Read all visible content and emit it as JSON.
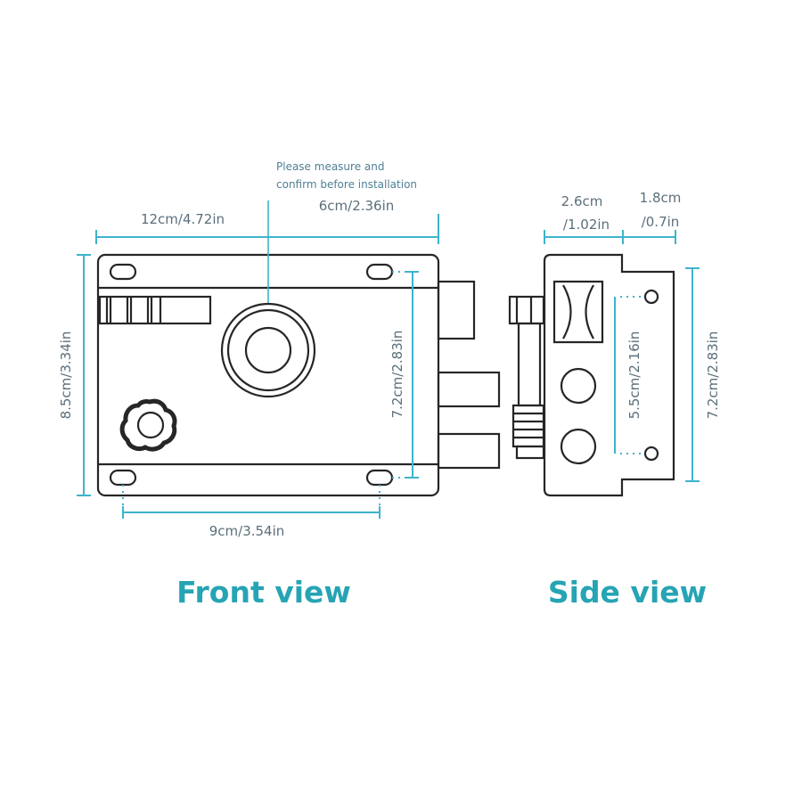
{
  "note_line1": "Please measure and",
  "note_line2": "confirm before installation",
  "front": {
    "width_label": "12cm/4.72in",
    "center_label": "6cm/2.36in",
    "height_label": "8.5cm/3.34in",
    "hole_v_label": "7.2cm/2.83in",
    "hole_h_label": "9cm/3.54in",
    "caption": "Front view"
  },
  "side": {
    "top_left_line1": "2.6cm",
    "top_left_line2": "/1.02in",
    "top_right_line1": "1.8cm",
    "top_right_line2": "/0.7in",
    "hole_label": "5.5cm/2.16in",
    "height_label": "7.2cm/2.83in",
    "caption": "Side view"
  },
  "colors": {
    "accent": "#3db4cc",
    "caption": "#26a4b4",
    "ink": "#262626"
  }
}
